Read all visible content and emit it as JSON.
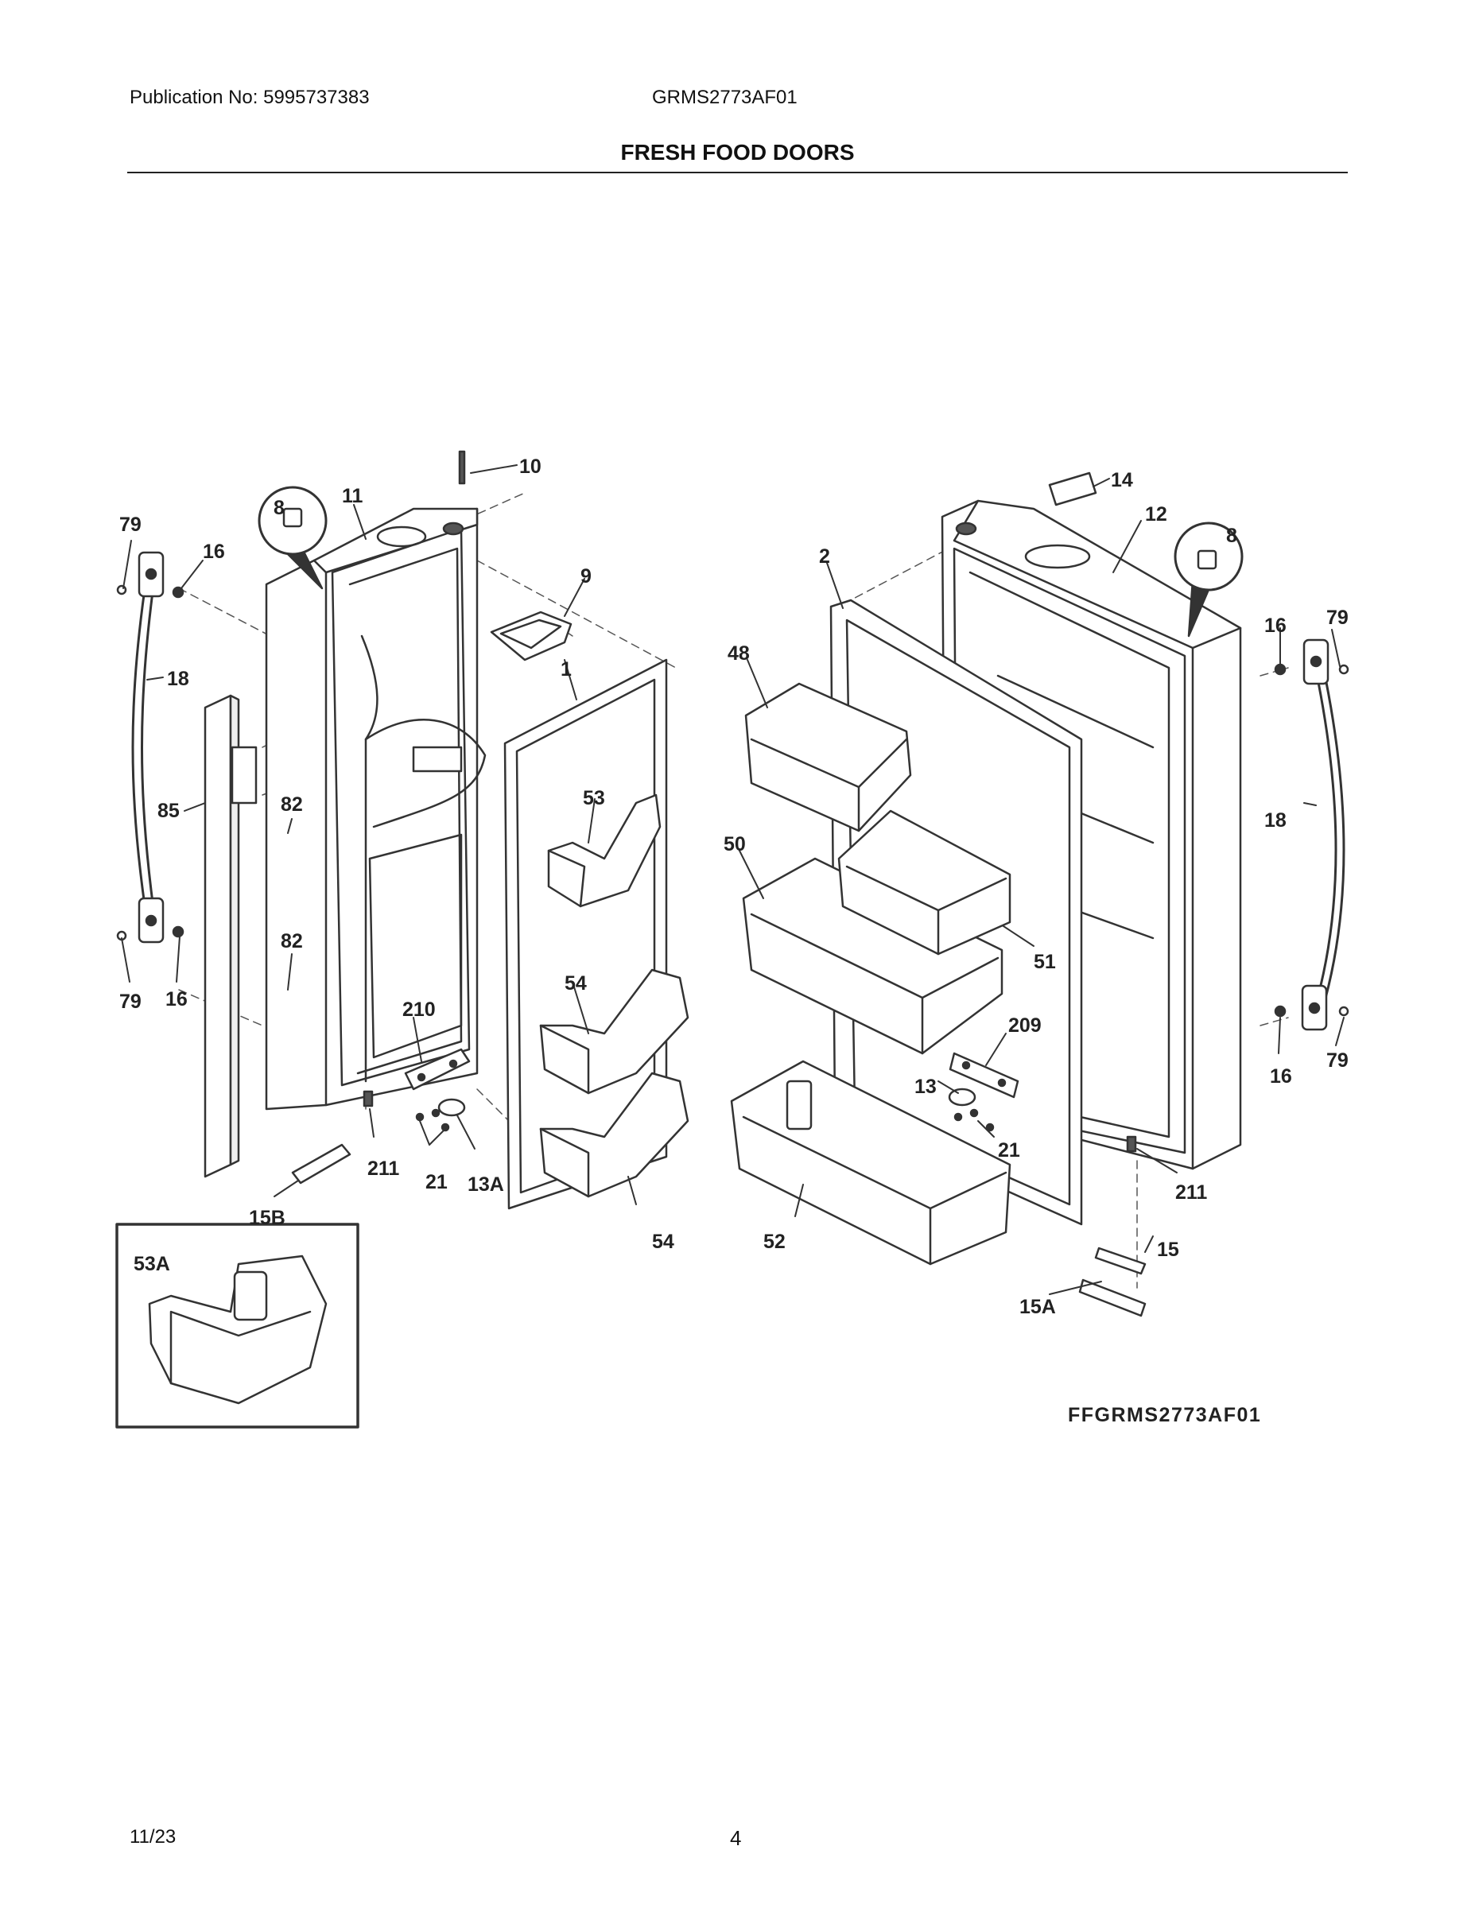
{
  "header": {
    "publication": "Publication No: 5995737383",
    "model": "GRMS2773AF01",
    "title": "FRESH FOOD DOORS"
  },
  "callouts": {
    "c79a": "79",
    "c16a": "16",
    "c18a": "18",
    "c85": "85",
    "c82a": "82",
    "c82b": "82",
    "c79b": "79",
    "c16b": "16",
    "c8a": "8",
    "c11": "11",
    "c10": "10",
    "c9": "9",
    "c1": "1",
    "c53": "53",
    "c54a": "54",
    "c54b": "54",
    "c210": "210",
    "c211a": "211",
    "c21a": "21",
    "c13A": "13A",
    "c15B": "15B",
    "c53A": "53A",
    "c14": "14",
    "c12": "12",
    "c8b": "8",
    "c2": "2",
    "c48": "48",
    "c50": "50",
    "c51": "51",
    "c52": "52",
    "c209": "209",
    "c13": "13",
    "c21b": "21",
    "c211b": "211",
    "c15": "15",
    "c15A": "15A",
    "c16c": "16",
    "c79c": "79",
    "c18b": "18",
    "c16d": "16",
    "c79d": "79"
  },
  "diagram_code": "FFGRMS2773AF01",
  "footer": {
    "date": "11/23",
    "page": "4"
  }
}
